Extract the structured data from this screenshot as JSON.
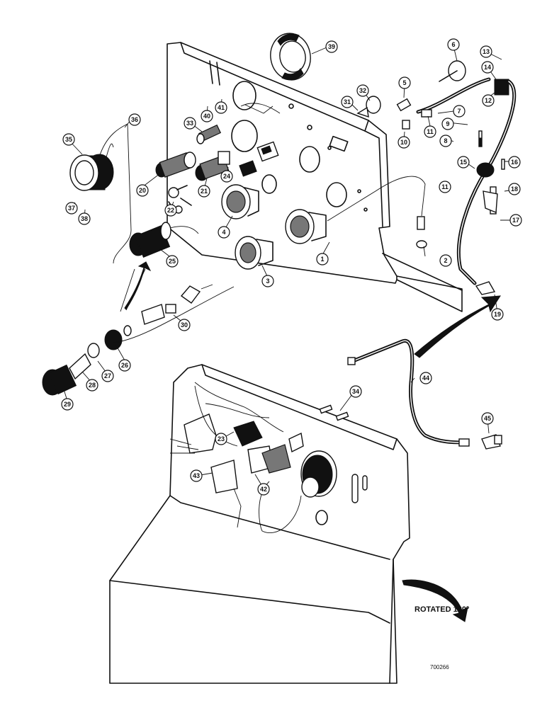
{
  "callouts": [
    {
      "num": "1"
    },
    {
      "num": "2"
    },
    {
      "num": "3"
    },
    {
      "num": "4"
    },
    {
      "num": "5"
    },
    {
      "num": "6"
    },
    {
      "num": "7"
    },
    {
      "num": "8"
    },
    {
      "num": "9"
    },
    {
      "num": "10"
    },
    {
      "num": "11"
    },
    {
      "num": "11"
    },
    {
      "num": "12"
    },
    {
      "num": "13"
    },
    {
      "num": "14"
    },
    {
      "num": "15"
    },
    {
      "num": "16"
    },
    {
      "num": "17"
    },
    {
      "num": "18"
    },
    {
      "num": "19"
    },
    {
      "num": "20"
    },
    {
      "num": "21"
    },
    {
      "num": "22"
    },
    {
      "num": "23"
    },
    {
      "num": "24"
    },
    {
      "num": "25"
    },
    {
      "num": "26"
    },
    {
      "num": "27"
    },
    {
      "num": "28"
    },
    {
      "num": "29"
    },
    {
      "num": "30"
    },
    {
      "num": "31"
    },
    {
      "num": "32"
    },
    {
      "num": "33"
    },
    {
      "num": "34"
    },
    {
      "num": "35"
    },
    {
      "num": "36"
    },
    {
      "num": "37"
    },
    {
      "num": "38"
    },
    {
      "num": "39"
    },
    {
      "num": "40"
    },
    {
      "num": "41"
    },
    {
      "num": "42"
    },
    {
      "num": "43"
    },
    {
      "num": "44"
    },
    {
      "num": "45"
    }
  ],
  "rotation_note": "ROTATED 180º",
  "drawing_code": "700266"
}
